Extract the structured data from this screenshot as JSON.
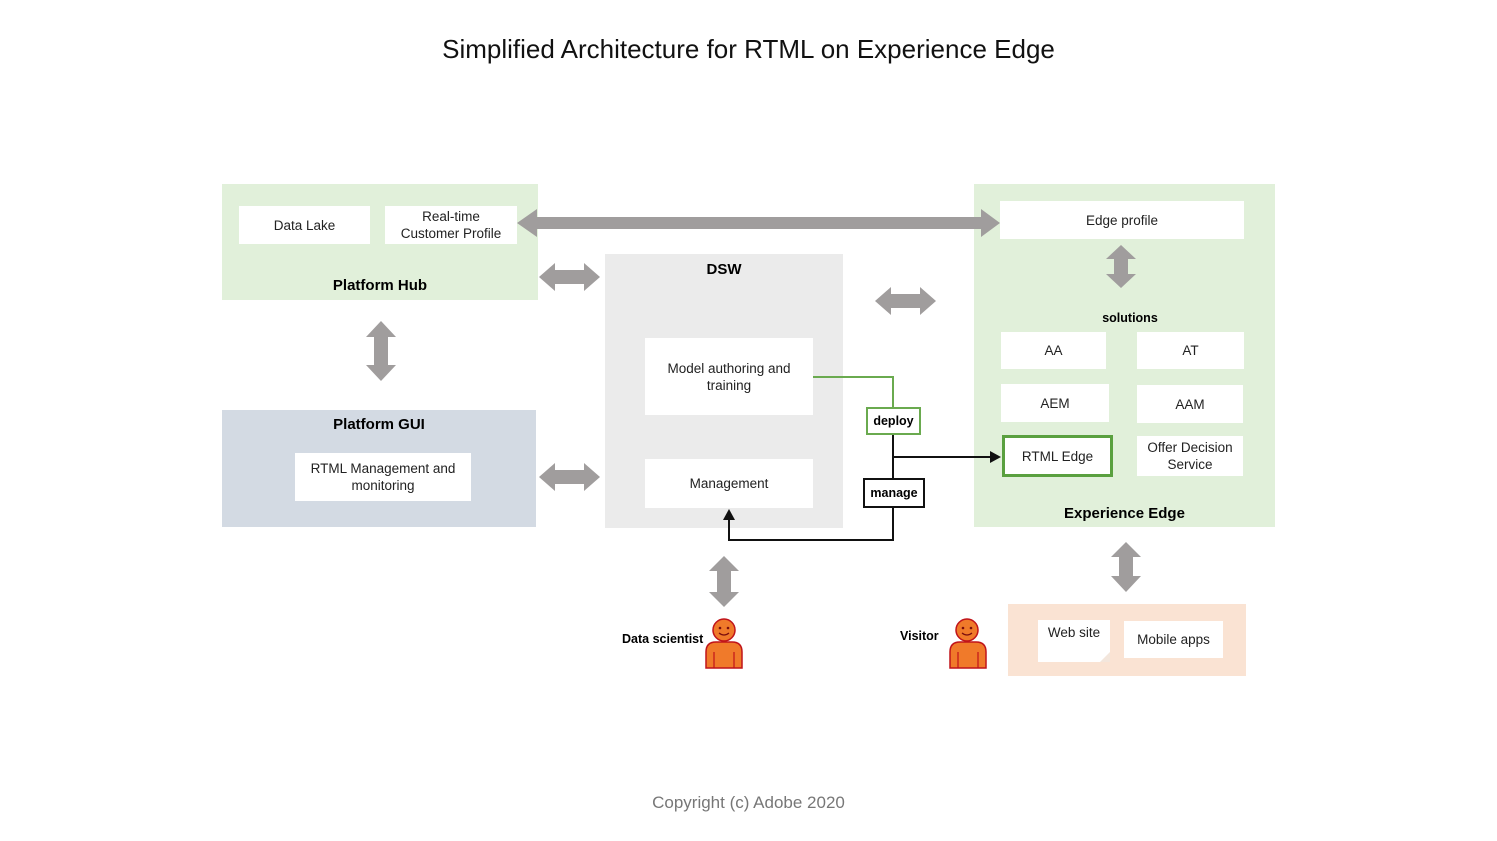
{
  "title": "Simplified Architecture for RTML on Experience Edge",
  "copyright": "Copyright (c) Adobe 2020",
  "platform_hub": {
    "heading": "Platform Hub",
    "data_lake": "Data Lake",
    "customer_profile": "Real-time Customer Profile"
  },
  "platform_gui": {
    "heading": "Platform GUI",
    "rtml_management": "RTML Management and monitoring"
  },
  "dsw": {
    "heading": "DSW",
    "model": "Model authoring and training",
    "management": "Management"
  },
  "connectors": {
    "deploy": "deploy",
    "manage": "manage"
  },
  "experience_edge": {
    "heading": "Experience Edge",
    "edge_profile": "Edge profile",
    "solutions_heading": "solutions",
    "solutions": {
      "aa": "AA",
      "at": "AT",
      "aem": "AEM",
      "aam": "AAM",
      "rtml_edge": "RTML Edge",
      "offer_decision": "Offer Decision Service"
    }
  },
  "channels": {
    "web_site": "Web site",
    "mobile_apps": "Mobile apps"
  },
  "actors": {
    "data_scientist": "Data scientist",
    "visitor": "Visitor"
  },
  "colors": {
    "green_panel": "#e1f0da",
    "blue_panel": "#d3dae3",
    "gray_panel": "#ebebeb",
    "peach_panel": "#fae3d3",
    "arrow_gray": "#a09d9d",
    "deploy_green": "#6aaa4f",
    "rtml_edge_border": "#5aa03f",
    "person_fill": "#f07a2a",
    "person_stroke": "#c0141a"
  }
}
